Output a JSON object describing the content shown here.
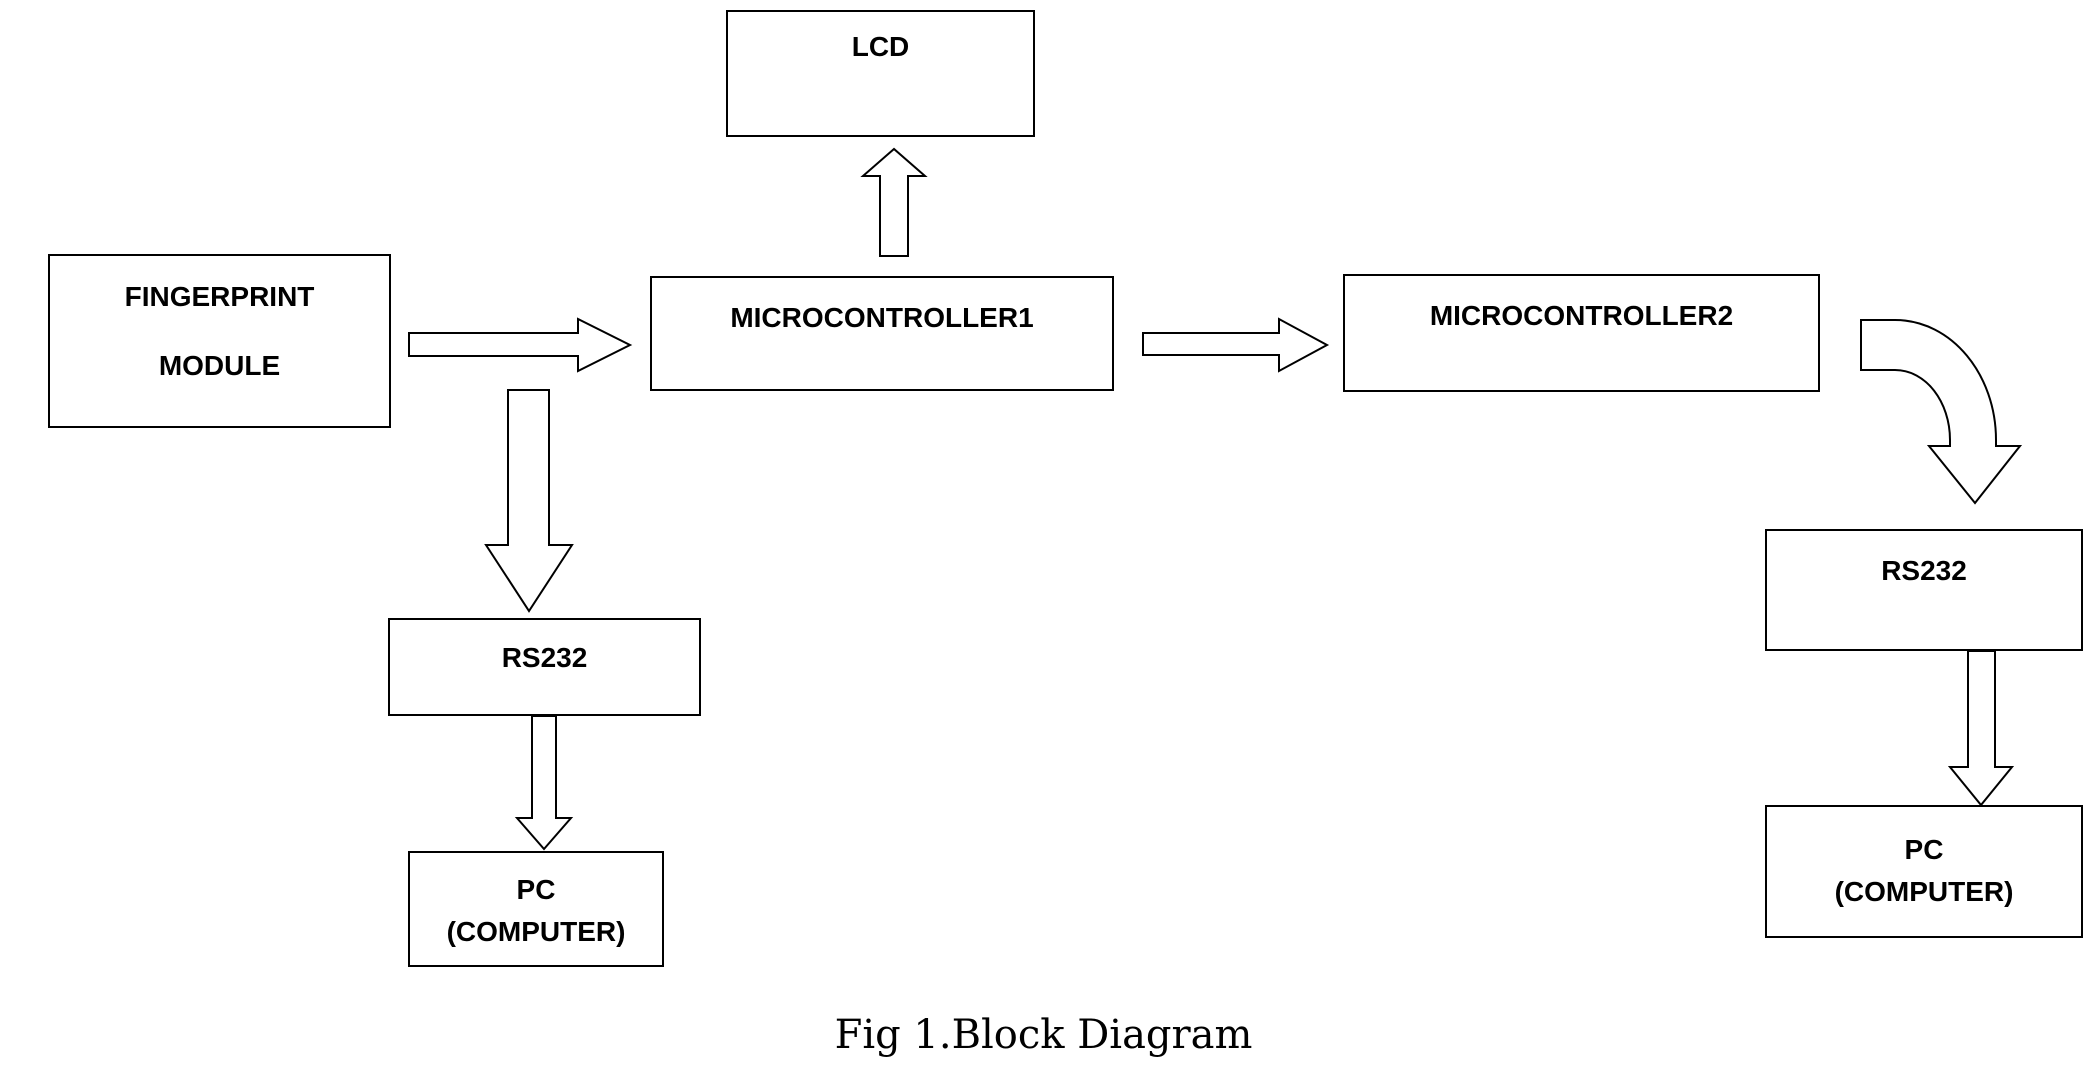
{
  "diagram": {
    "blocks": {
      "lcd": "LCD",
      "fingerprint_line1": "FINGERPRINT",
      "fingerprint_line2": "MODULE",
      "microcontroller1": "MICROCONTROLLER1",
      "microcontroller2": "MICROCONTROLLER2",
      "rs232_left": "RS232",
      "pc_left_line1": "PC",
      "pc_left_line2": "(COMPUTER)",
      "rs232_right": "RS232",
      "pc_right_line1": "PC",
      "pc_right_line2": "(COMPUTER)"
    },
    "connections": [
      {
        "from": "FINGERPRINT MODULE",
        "to": "MICROCONTROLLER1"
      },
      {
        "from": "FINGERPRINT MODULE",
        "to": "RS232"
      },
      {
        "from": "RS232",
        "to": "PC (COMPUTER)"
      },
      {
        "from": "MICROCONTROLLER1",
        "to": "LCD"
      },
      {
        "from": "MICROCONTROLLER1",
        "to": "MICROCONTROLLER2"
      },
      {
        "from": "MICROCONTROLLER2",
        "to": "RS232"
      },
      {
        "from": "RS232",
        "to": "PC (COMPUTER)"
      }
    ],
    "caption": "Fig 1.Block Diagram"
  }
}
